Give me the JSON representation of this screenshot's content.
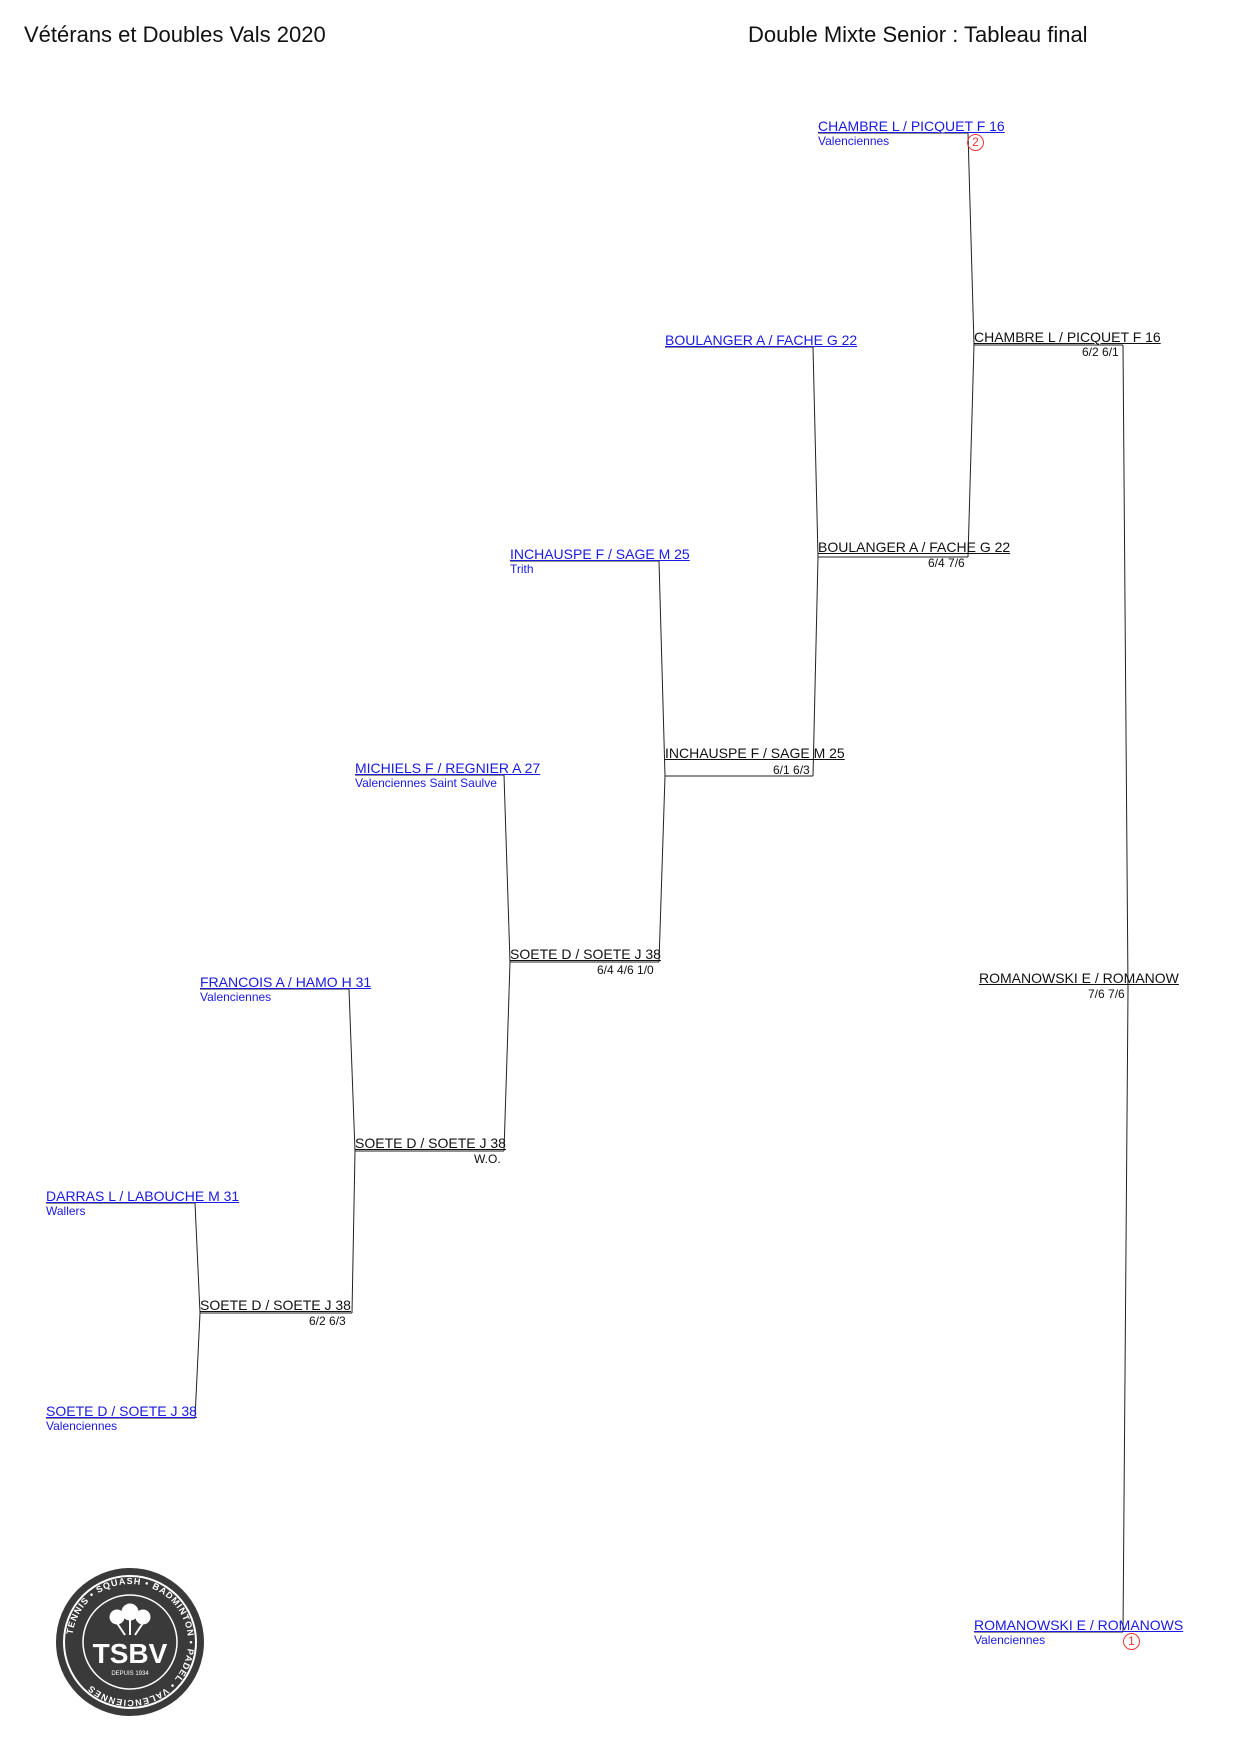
{
  "header": {
    "left_title": "Vétérans et Doubles Vals 2020",
    "right_title": "Double Mixte Senior : Tableau final"
  },
  "entries": [
    {
      "name": "CHAMBRE L / PICQUET F 16",
      "club": "Valenciennes",
      "seed": "2"
    },
    {
      "name": "BOULANGER A / FACHE G 22",
      "club": ""
    },
    {
      "name": "INCHAUSPE F / SAGE M 25",
      "club": "Trith"
    },
    {
      "name": "MICHIELS F / REGNIER A 27",
      "club": "Valenciennes Saint Saulve"
    },
    {
      "name": "FRANCOIS A / HAMO H 31",
      "club": "Valenciennes"
    },
    {
      "name": "DARRAS L / LABOUCHE M 31",
      "club": "Wallers"
    },
    {
      "name": "SOETE D / SOETE J 38",
      "club": "Valenciennes"
    },
    {
      "name": "ROMANOWSKI E / ROMANOWS",
      "club": "Valenciennes",
      "seed": "1"
    }
  ],
  "results": [
    {
      "winner": "SOETE D / SOETE J 38",
      "score": "6/2 6/3"
    },
    {
      "winner": "SOETE D / SOETE J 38",
      "score": "W.O."
    },
    {
      "winner": "SOETE D / SOETE J 38",
      "score": "6/4 4/6 1/0"
    },
    {
      "winner": "INCHAUSPE F / SAGE M 25",
      "score": "6/1 6/3"
    },
    {
      "winner": "BOULANGER A / FACHE G 22",
      "score": "6/4 7/6"
    },
    {
      "winner": "CHAMBRE L / PICQUET F 16",
      "score": "6/2 6/1"
    },
    {
      "winner": "ROMANOWSKI E / ROMANOW",
      "score": "7/6 7/6"
    }
  ],
  "logo": {
    "text": "TSBV",
    "ring_text": "TENNIS • SQUASH • BADMINTON • PADEL • VALENCIENNES",
    "since": "DEPUIS 1934"
  }
}
